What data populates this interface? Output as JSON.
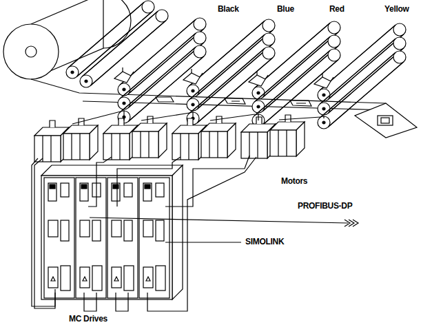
{
  "diagram": {
    "labels": [
      "Black",
      "Blue",
      "Red",
      "Yellow",
      "Motors",
      "PROFIBUS-DP",
      "SIMOLINK",
      "MC Drives"
    ]
  }
}
